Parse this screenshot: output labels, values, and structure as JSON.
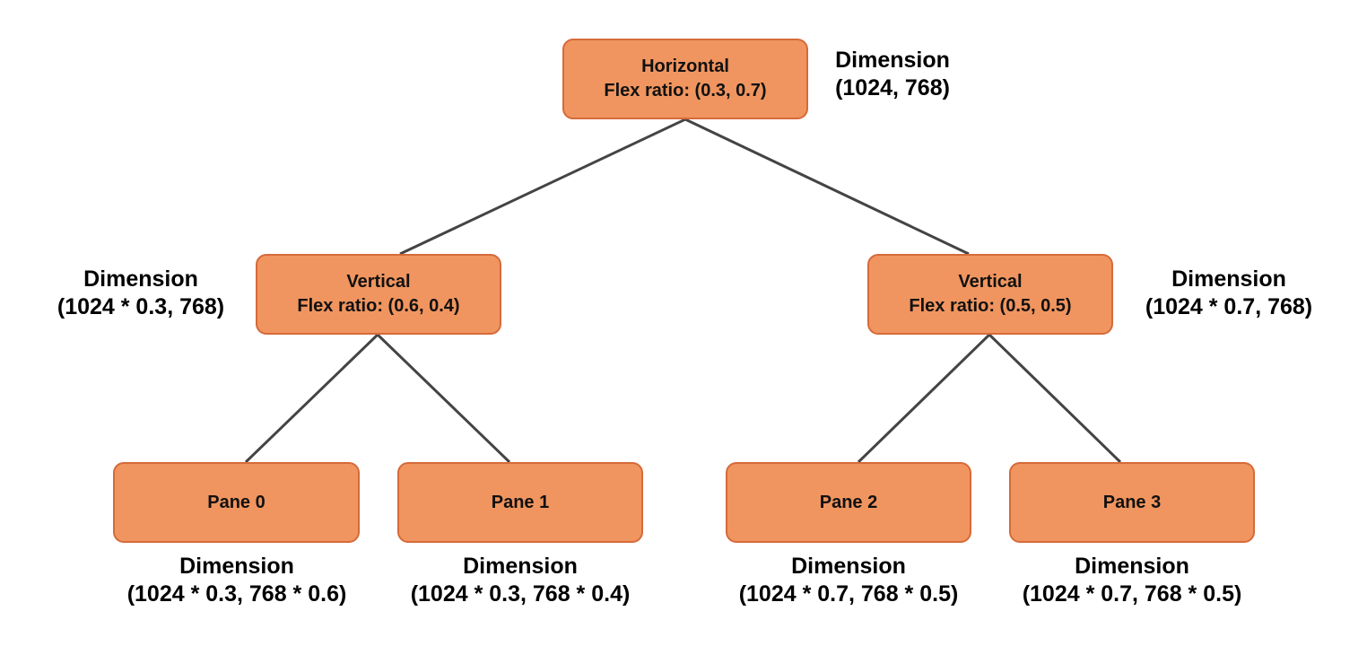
{
  "colors": {
    "node_fill": "#f0955f",
    "node_border": "#d66a3a",
    "edge": "#444444"
  },
  "nodes": {
    "root": {
      "title": "Horizontal",
      "subtitle": "Flex ratio: (0.3, 0.7)"
    },
    "left": {
      "title": "Vertical",
      "subtitle": "Flex ratio: (0.6, 0.4)"
    },
    "right": {
      "title": "Vertical",
      "subtitle": "Flex ratio: (0.5, 0.5)"
    },
    "pane0": {
      "title": "Pane 0"
    },
    "pane1": {
      "title": "Pane 1"
    },
    "pane2": {
      "title": "Pane 2"
    },
    "pane3": {
      "title": "Pane 3"
    }
  },
  "dimensions": {
    "root": {
      "label": "Dimension",
      "value": "(1024, 768)"
    },
    "left": {
      "label": "Dimension",
      "value": "(1024 * 0.3, 768)"
    },
    "right": {
      "label": "Dimension",
      "value": "(1024 * 0.7, 768)"
    },
    "pane0": {
      "label": "Dimension",
      "value": "(1024 * 0.3, 768 * 0.6)"
    },
    "pane1": {
      "label": "Dimension",
      "value": "(1024 * 0.3, 768 * 0.4)"
    },
    "pane2": {
      "label": "Dimension",
      "value": "(1024 * 0.7, 768 * 0.5)"
    },
    "pane3": {
      "label": "Dimension",
      "value": "(1024 * 0.7, 768 * 0.5)"
    }
  }
}
